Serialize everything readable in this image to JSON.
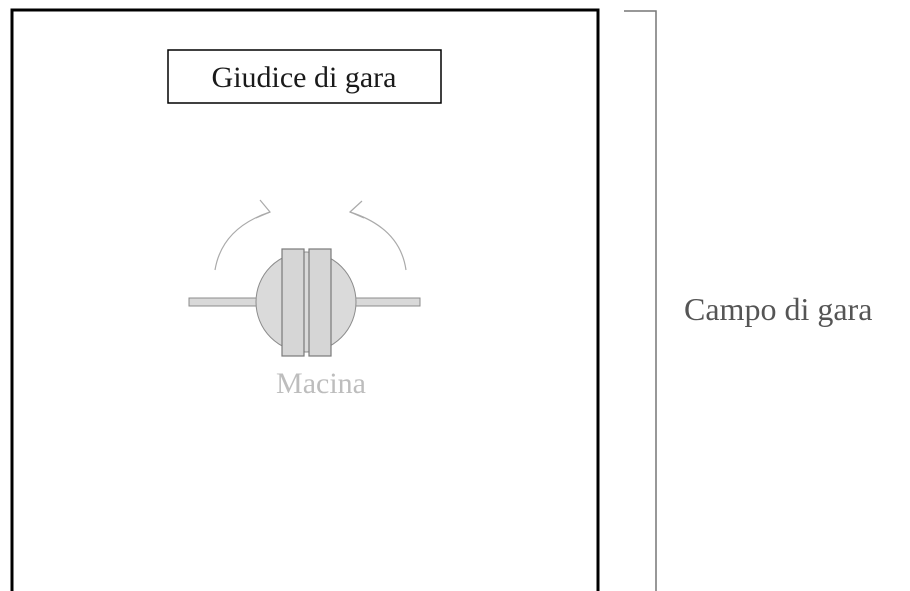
{
  "judge": {
    "label": "Giudice di gara"
  },
  "mill": {
    "label": "Macina"
  },
  "field": {
    "label": "Campo di gara"
  },
  "colors": {
    "field_border": "#000000",
    "mill_fill": "#d9d9d9",
    "mill_stroke": "#8c8c8c",
    "arrow": "#aaaaaa",
    "bracket": "#777777"
  }
}
